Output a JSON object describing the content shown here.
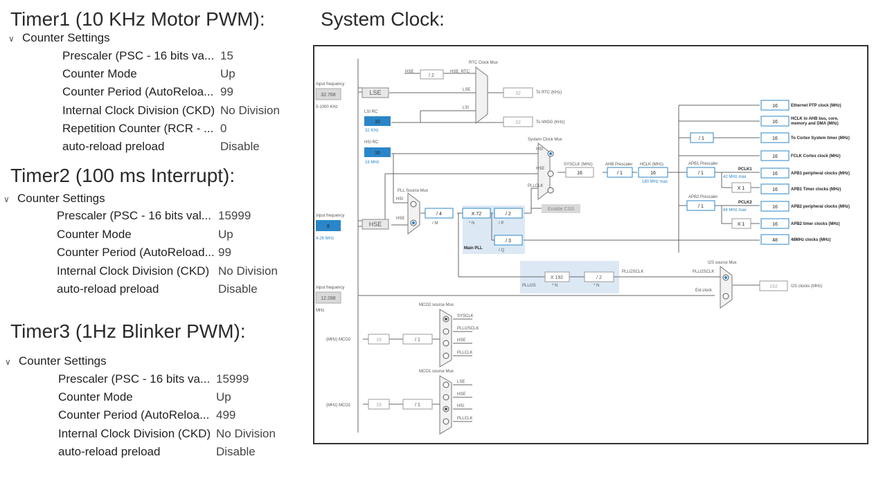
{
  "timers": [
    {
      "title": "Timer1 (10 KHz Motor PWM):",
      "section": "Counter Settings",
      "rows": [
        {
          "label": "Prescaler (PSC - 16 bits va...",
          "value": "15"
        },
        {
          "label": "Counter Mode",
          "value": "Up"
        },
        {
          "label": "Counter Period (AutoReloa...",
          "value": "99"
        },
        {
          "label": "Internal Clock Division (CKD)",
          "value": "No Division"
        },
        {
          "label": "Repetition Counter (RCR - ...",
          "value": "0"
        },
        {
          "label": "auto-reload preload",
          "value": "Disable"
        }
      ]
    },
    {
      "title": "Timer2 (100 ms Interrupt):",
      "section": "Counter Settings",
      "rows": [
        {
          "label": "Prescaler (PSC - 16 bits val...",
          "value": "15999"
        },
        {
          "label": "Counter Mode",
          "value": "Up"
        },
        {
          "label": "Counter Period (AutoReload...",
          "value": "99"
        },
        {
          "label": "Internal Clock Division (CKD)",
          "value": "No Division"
        },
        {
          "label": "auto-reload preload",
          "value": "Disable"
        }
      ]
    },
    {
      "title": "Timer3 (1Hz Blinker PWM):",
      "section": "Counter Settings",
      "rows": [
        {
          "label": "Prescaler (PSC - 16 bits va...",
          "value": "15999"
        },
        {
          "label": "Counter Mode",
          "value": "Up"
        },
        {
          "label": "Counter Period (AutoReloa...",
          "value": "499"
        },
        {
          "label": "Internal Clock Division (CKD)",
          "value": "No Division"
        },
        {
          "label": "auto-reload preload",
          "value": "Disable"
        }
      ]
    }
  ],
  "system_clock": {
    "title": "System Clock:",
    "rtc_mux": "RTC Clock Mux",
    "input_freq": "Input frequency",
    "lse_freq": "32.768",
    "lse_range": "0-1000 KHz",
    "lse": "LSE",
    "lsi_rc": "LSI RC",
    "lsi_val": "32",
    "lsi_unit": "32 KHz",
    "hsi_rc": "HSI RC",
    "hsi_val": "16",
    "hsi_unit": "16 MHz",
    "hse_freq": "8",
    "hse_range": "4-26 MHz",
    "hse": "HSE",
    "i2s_freq": "12.288",
    "mhz": "MHz",
    "div2": "/ 2",
    "hse_rtc": "HSE_RTC",
    "lse_lbl": "LSE",
    "lsi_lbl": "LSI",
    "hsi_lbl": "HSI",
    "hse_lbl": "HSE",
    "rtc_val": "32",
    "to_rtc": "To RTC (KHz)",
    "iwdg_val": "32",
    "to_iwdg": "To IWDG (KHz)",
    "sys_mux": "System Clock Mux",
    "pllclk": "PLLCLK",
    "enable_css": "Enable CSS",
    "sysclk_lbl": "SYSCLK (MHz)",
    "sysclk_val": "16",
    "ahb_lbl": "AHB Prescaler",
    "ahb_val": "/ 1",
    "hclk_lbl": "HCLK (MHz)",
    "hclk_val": "16",
    "hclk_max": "180 MHz max",
    "pll_src_mux": "PLL Source Mux",
    "pll_m": "/ 4",
    "m_lbl": "/ M",
    "pll_n": "X 72",
    "n_lbl": "* N",
    "pll_p": "/ 2",
    "p_lbl": "/ P",
    "pll_q": "/ 3",
    "q_lbl": "/ Q",
    "main_pll": "Main PLL",
    "plli2s_n": "X 192",
    "plli2s_r": "/ 2",
    "plli2s": "PLLI2S",
    "plli2sclk": "PLLI2SCLK",
    "i2s_mux": "I2S source Mux",
    "ext_clock": "Ext.clock",
    "i2s_val": "192",
    "i2s_out": "I2S clocks (MHz)",
    "apb1_lbl": "APB1 Prescaler",
    "apb1_val": "/ 1",
    "pclk1": "PCLK1",
    "pclk1_max": "42 MHz max",
    "apb1_x": "X 1",
    "apb2_lbl": "APB2 Prescaler",
    "apb2_val": "/ 1",
    "pclk2": "PCLK2",
    "pclk2_max": "84 MHz max",
    "apb2_x": "X 1",
    "cortex_div": "/ 1",
    "outputs": [
      {
        "value": "16",
        "label": "Ethernet PTP clock (MHz)"
      },
      {
        "value": "16",
        "label": "HCLK to AHB bus, core,"
      },
      {
        "value": "16",
        "label": "To Cortex System timer (MHz)"
      },
      {
        "value": "16",
        "label": "FCLK Cortex clock (MHz)"
      },
      {
        "value": "16",
        "label": "APB1 peripheral clocks (MHz)"
      },
      {
        "value": "16",
        "label": "APB1 Timer clocks (MHz)"
      },
      {
        "value": "16",
        "label": "APB2 peripheral clocks (MHz)"
      },
      {
        "value": "16",
        "label": "APB2 timer clocks (MHz)"
      },
      {
        "value": "48",
        "label": "48MHz clocks (MHz)"
      }
    ],
    "hclk_out2": "memory and DMA (MHz)",
    "mco2_mux": "MCO2 source Mux",
    "mco2_inputs": [
      "SYSCLK",
      "PLLI2SCLK",
      "HSE",
      "PLLCLK"
    ],
    "mco2_lbl": "(MHz) MCO2",
    "mco2_val": "16",
    "mco2_div": "/ 1",
    "mco1_mux": "MCO1 source Mux",
    "mco1_inputs": [
      "LSE",
      "HSE",
      "HSI",
      "PLLCLK"
    ],
    "mco1_lbl": "(MHz) MCO1",
    "mco1_val": "16",
    "mco1_div": "/ 1"
  }
}
